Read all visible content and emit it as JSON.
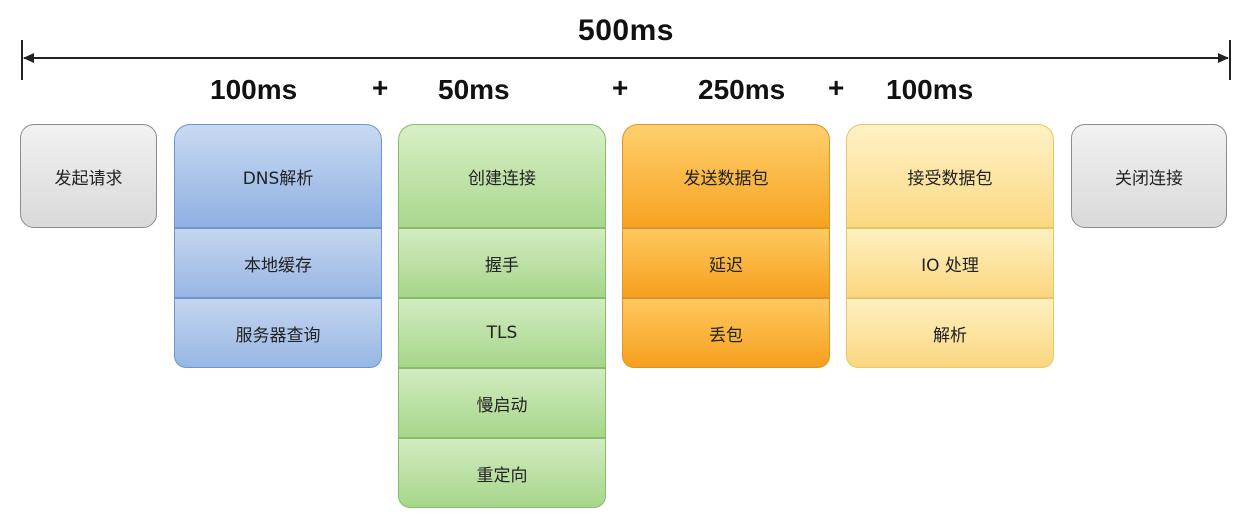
{
  "header": {
    "total": "500ms",
    "durations": [
      "100ms",
      "50ms",
      "250ms",
      "100ms"
    ],
    "plus": "+"
  },
  "start": {
    "label": "发起请求"
  },
  "end": {
    "label": "关闭连接"
  },
  "columns": [
    {
      "title": "DNS解析",
      "items": [
        "本地缓存",
        "服务器查询"
      ]
    },
    {
      "title": "创建连接",
      "items": [
        "握手",
        "TLS",
        "慢启动",
        "重定向"
      ]
    },
    {
      "title": "发送数据包",
      "items": [
        "延迟",
        "丢包"
      ]
    },
    {
      "title": "接受数据包",
      "items": [
        "IO 处理",
        "解析"
      ]
    }
  ],
  "colors": {
    "gray": "#d9d9d9",
    "blue": "#8eb1e2",
    "green": "#a9d88d",
    "orange": "#f7a321",
    "yellow": "#fbd983",
    "line": "#222222"
  }
}
